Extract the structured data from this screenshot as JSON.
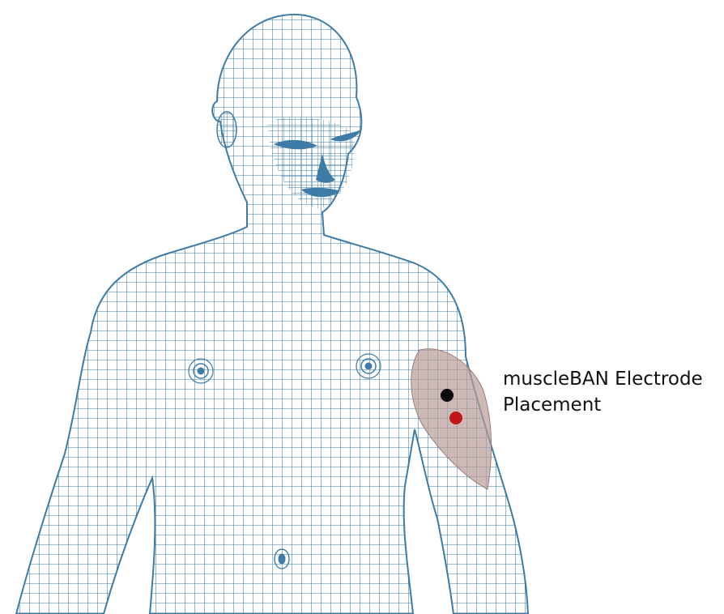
{
  "label": {
    "line1": "muscleBAN Electrode",
    "line2": "Placement"
  },
  "colors": {
    "wireframe": "#3e7ba6",
    "muscle_region": "#b89c97",
    "electrode_reference": "#0a0a0a",
    "electrode_active": "#c01818"
  },
  "icons": {
    "body": "human-body-wireframe",
    "electrode_black": "electrode-dot",
    "electrode_red": "electrode-dot"
  }
}
